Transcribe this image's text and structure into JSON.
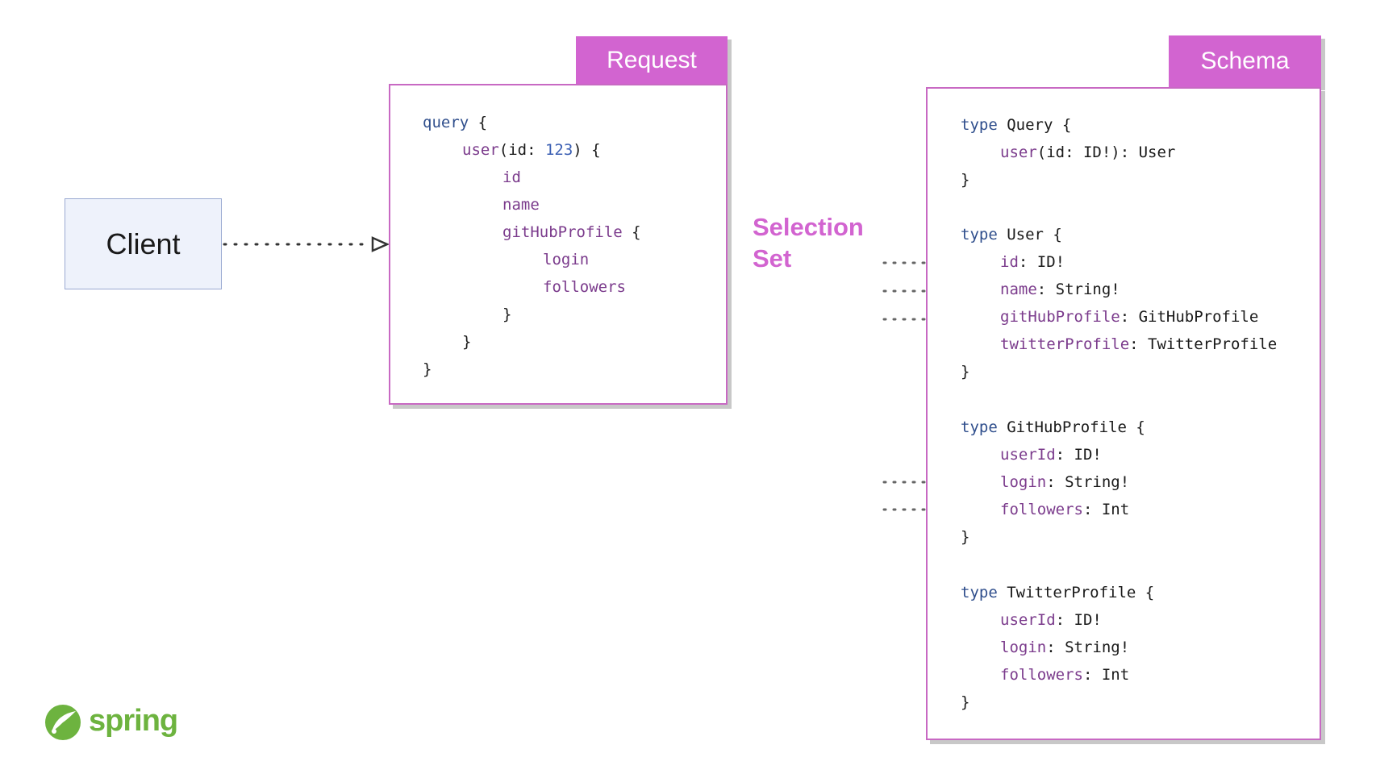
{
  "client": {
    "label": "Client"
  },
  "request": {
    "tab_label": "Request",
    "lines": [
      {
        "keyword": "query",
        "rest": " {"
      },
      {
        "field": "user",
        "rest1": "(id: ",
        "number": "123",
        "rest2": ") {"
      },
      {
        "field": "id"
      },
      {
        "field": "name"
      },
      {
        "field": "gitHubProfile",
        "rest": " {"
      },
      {
        "field": "login"
      },
      {
        "field": "followers"
      },
      {
        "text": "}"
      },
      {
        "text": "}"
      },
      {
        "text": "}"
      }
    ]
  },
  "selection_set": {
    "line1": "Selection",
    "line2": "Set"
  },
  "schema": {
    "tab_label": "Schema",
    "lines": [
      {
        "keyword": "type",
        "rest": " Query {"
      },
      {
        "field": "user",
        "rest": "(id: ID!): User"
      },
      {
        "text": "}"
      },
      {
        "keyword": "type",
        "rest": " User {"
      },
      {
        "field": "id",
        "rest": ": ID!"
      },
      {
        "field": "name",
        "rest": ": String!"
      },
      {
        "field": "gitHubProfile",
        "rest": ": GitHubProfile"
      },
      {
        "field": "twitterProfile",
        "rest": ": TwitterProfile"
      },
      {
        "text": "}"
      },
      {
        "keyword": "type",
        "rest": " GitHubProfile {"
      },
      {
        "field": "userId",
        "rest": ": ID!"
      },
      {
        "field": "login",
        "rest": ": String!"
      },
      {
        "field": "followers",
        "rest": ": Int"
      },
      {
        "text": "}"
      },
      {
        "keyword": "type",
        "rest": " TwitterProfile {"
      },
      {
        "field": "userId",
        "rest": ": ID!"
      },
      {
        "field": "login",
        "rest": ": String!"
      },
      {
        "field": "followers",
        "rest": ": Int"
      },
      {
        "text": "}"
      }
    ]
  },
  "logo": {
    "text": "spring"
  },
  "colors": {
    "accent": "#d264d0",
    "keyword": "#2f4e8c",
    "field": "#7b3b8c",
    "spring_green": "#6db33f"
  }
}
